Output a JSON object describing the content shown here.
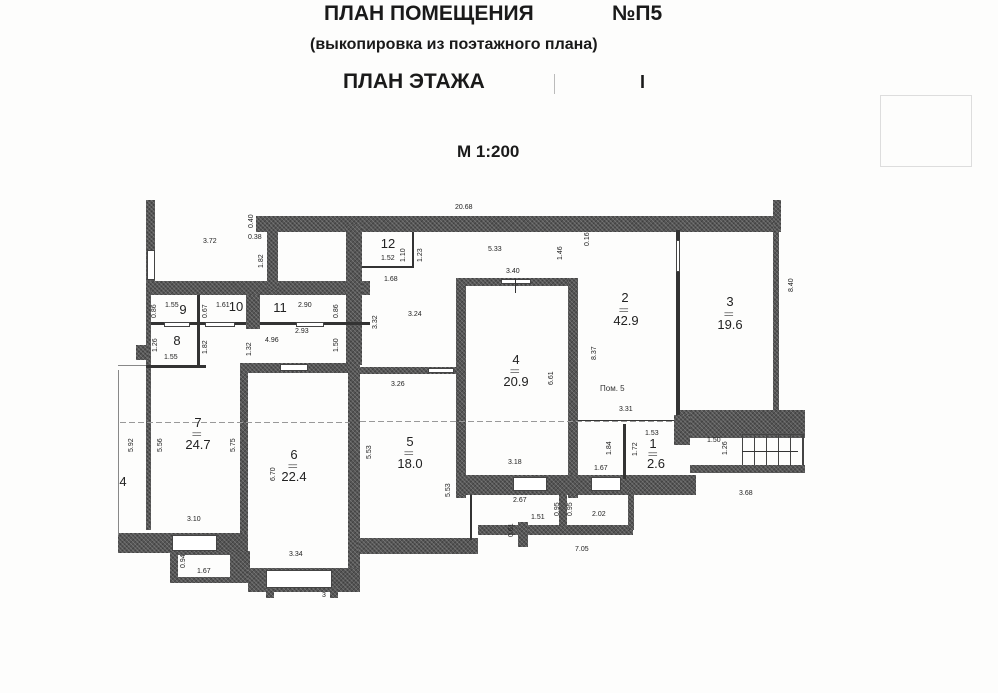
{
  "header": {
    "title": "ПЛАН ПОМЕЩЕНИЯ",
    "number": "№П5",
    "subtitle": "(выкопировка  из поэтажного плана)",
    "floor_title": "ПЛАН ЭТАЖА",
    "floor_number": "I",
    "scale": "М 1:200"
  },
  "premise_label": "Пом. 5",
  "rooms": [
    {
      "num": "1",
      "area": "2.6"
    },
    {
      "num": "2",
      "area": "42.9"
    },
    {
      "num": "3",
      "area": "19.6"
    },
    {
      "num": "4",
      "area": "20.9"
    },
    {
      "num": "5",
      "area": "18.0"
    },
    {
      "num": "6",
      "area": "22.4"
    },
    {
      "num": "7",
      "area": "24.7"
    },
    {
      "num": "8",
      "area": ""
    },
    {
      "num": "9",
      "area": ""
    },
    {
      "num": "10",
      "area": ""
    },
    {
      "num": "11",
      "area": ""
    },
    {
      "num": "12",
      "area": ""
    }
  ],
  "area_separator": "==",
  "outside_label": "4",
  "dimensions": {
    "top_total": "20.68",
    "d_3_72": "3.72",
    "d_0_40": "0.40",
    "d_0_38": "0.38",
    "d_1_82": "1.82",
    "d_5_33": "5.33",
    "d_1_46": "1.46",
    "d_0_16": "0.16",
    "d_8_40": "8.40",
    "d_1_52": "1.52",
    "d_1_10": "1.10",
    "d_1_23": "1.23",
    "d_1_68": "1.68",
    "d_3_32": "3.32",
    "d_3_24": "3.24",
    "d_3_40": "3.40",
    "d_8_37": "8.37",
    "d_6_61": "6.61",
    "d_0_86a": "0.86",
    "d_1_55a": "1.55",
    "d_0_67": "0.67",
    "d_1_61": "1.61",
    "d_2_90": "2.90",
    "d_0_86b": "0.86",
    "d_1_26a": "1.26",
    "d_1_55b": "1.55",
    "d_1_82b": "1.82",
    "d_1_32": "1.32",
    "d_4_96": "4.96",
    "d_2_93": "2.93",
    "d_1_50a": "1.50",
    "d_3_26": "3.26",
    "d_5_92": "5.92",
    "d_5_56": "5.56",
    "d_5_75": "5.75",
    "d_6_70": "6.70",
    "d_5_53a": "5.53",
    "d_5_53b": "5.53",
    "d_3_31": "3.31",
    "d_1_53": "1.53",
    "d_1_72": "1.72",
    "d_1_84": "1.84",
    "d_1_67a": "1.67",
    "d_3_18": "3.18",
    "d_1_50b": "1.50",
    "d_1_26b": "1.26",
    "d_3_68": "3.68",
    "d_3_10": "3.10",
    "d_3_34": "3.34",
    "d_0_94": "0.94",
    "d_1_67b": "1.67",
    "d_2_67": "2.67",
    "d_0_95a": "0.95",
    "d_0_95b": "0.95",
    "d_1_51": "1.51",
    "d_0_61": "0.61",
    "d_2_02": "2.02",
    "d_7_05": "7.05",
    "d_3_bottom": "3"
  }
}
